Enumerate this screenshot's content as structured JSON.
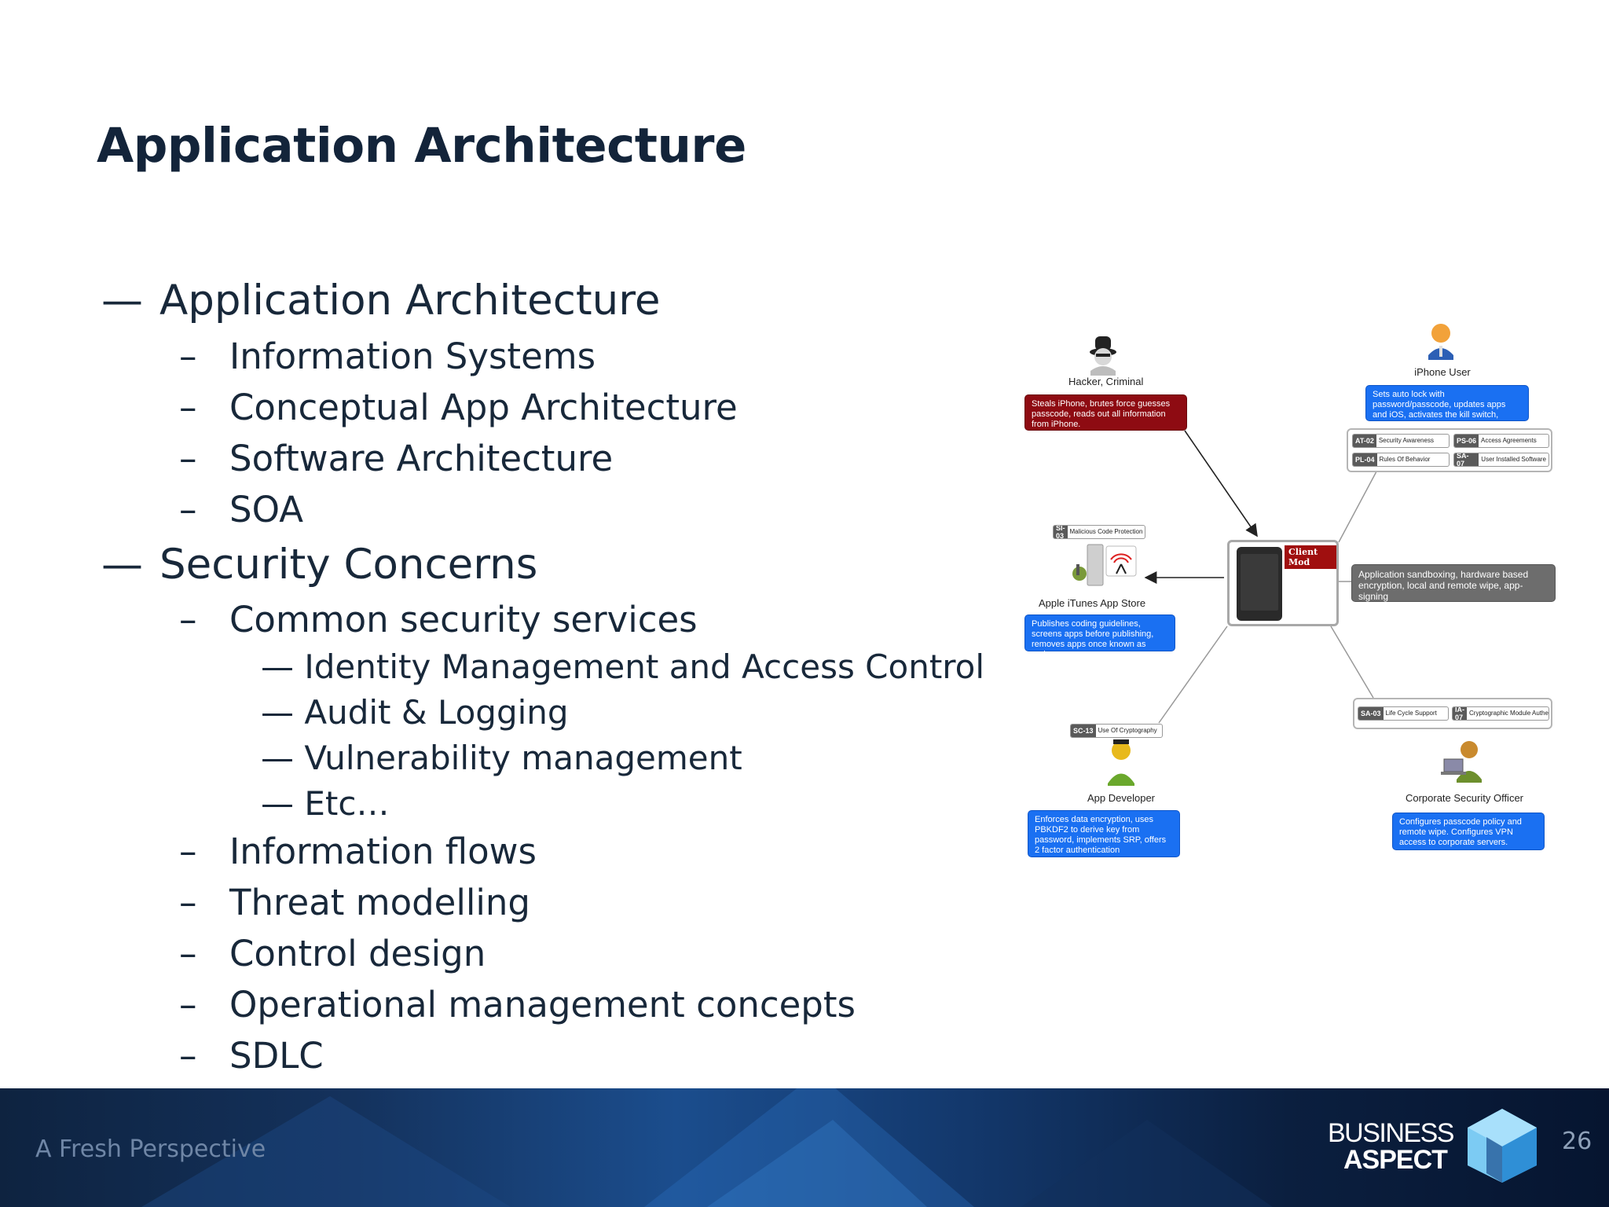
{
  "slide": {
    "title": "Application Architecture",
    "page_number": "26",
    "tagline": "A Fresh Perspective",
    "logo": {
      "line1": "BUSINESS",
      "line2": "ASPECT"
    }
  },
  "bullets": {
    "b1": {
      "dash": "—",
      "text": "Application Architecture"
    },
    "b1_1": {
      "dash": "–",
      "text": "Information Systems"
    },
    "b1_2": {
      "dash": "–",
      "text": "Conceptual App Architecture"
    },
    "b1_3": {
      "dash": "–",
      "text": "Software Architecture"
    },
    "b1_4": {
      "dash": "–",
      "text": "SOA"
    },
    "b2": {
      "dash": "—",
      "text": "Security Concerns"
    },
    "b2_1": {
      "dash": "–",
      "text": "Common security services"
    },
    "b2_1_1": {
      "text": "— Identity Management and Access Control"
    },
    "b2_1_2": {
      "text": "— Audit & Logging"
    },
    "b2_1_3": {
      "text": "— Vulnerability management"
    },
    "b2_1_4": {
      "text": "— Etc…"
    },
    "b2_2": {
      "dash": "–",
      "text": "Information flows"
    },
    "b2_3": {
      "dash": "–",
      "text": "Threat modelling"
    },
    "b2_4": {
      "dash": "–",
      "text": "Control design"
    },
    "b2_5": {
      "dash": "–",
      "text": "Operational management concepts"
    },
    "b2_6": {
      "dash": "–",
      "text": "SDLC"
    }
  },
  "diagram": {
    "hacker": {
      "label": "Hacker, Criminal",
      "note": "Steals iPhone, brutes force guesses passcode, reads out all information from iPhone."
    },
    "iphone_user": {
      "label": "iPhone User",
      "note": "Sets auto lock with password/passcode, updates apps and iOS, activates the kill switch, encrypts backup and more..."
    },
    "user_controls": [
      {
        "code": "AT-02",
        "name": "Security Awareness"
      },
      {
        "code": "PS-06",
        "name": "Access Agreements"
      },
      {
        "code": "PL-04",
        "name": "Rules Of Behavior"
      },
      {
        "code": "SA-07",
        "name": "User Installed Software"
      }
    ],
    "store": {
      "label": "Apple iTunes App Store",
      "note": "Publishes coding guidelines, screens apps before publishing, removes apps once known as malware",
      "control": {
        "code": "SI-03",
        "name": "Malicious Code Protection"
      }
    },
    "device": {
      "badge": "Client Mod",
      "note": "Application sandboxing, hardware based encryption, local and remote wipe, app-signing"
    },
    "developer": {
      "label": "App Developer",
      "note": "Enforces data encryption, uses PBKDF2 to derive key from password, implements SRP, offers 2 factor authentication",
      "control": {
        "code": "SC-13",
        "name": "Use Of Cryptography"
      }
    },
    "officer": {
      "label": "Corporate Security Officer",
      "note": "Configures passcode policy and remote wipe. Configures VPN access to corporate servers."
    },
    "officer_controls": [
      {
        "code": "SA-03",
        "name": "Life Cycle Support"
      },
      {
        "code": "IA-07",
        "name": "Cryptographic Module Authenticati..."
      }
    ],
    "colors": {
      "red_note": "#8e0b12",
      "blue_note": "#1a70f2",
      "gray_note": "#6d6d6d"
    }
  }
}
